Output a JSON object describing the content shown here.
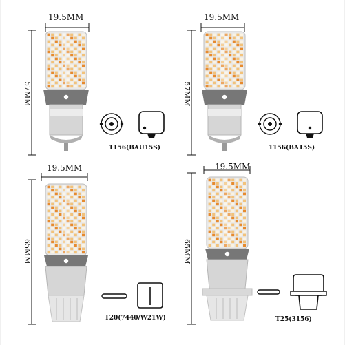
{
  "panels": [
    {
      "width_label": "19.5MM",
      "height_label": "57MM",
      "caption": "1156(BAU15S)",
      "base": "ba15s",
      "icon": "bau15s"
    },
    {
      "width_label": "19.5MM",
      "height_label": "57MM",
      "caption": "1156(BA15S)",
      "base": "ba15s",
      "icon": "ba15s"
    },
    {
      "width_label": "19.5MM",
      "height_label": "65MM",
      "caption": "T20(7440/W21W)",
      "base": "t20",
      "icon": "t20"
    },
    {
      "width_label": "19.5MM",
      "height_label": "65MM",
      "caption": "T25(3156)",
      "base": "t25",
      "icon": "t25"
    }
  ],
  "colors": {
    "led_warm": "#f2c27a",
    "led_white": "#fbf3e2",
    "led_amber": "#e68a2e",
    "collar": "#777777",
    "metal": "#d6d6d6",
    "glass": "#e8e8e8"
  }
}
